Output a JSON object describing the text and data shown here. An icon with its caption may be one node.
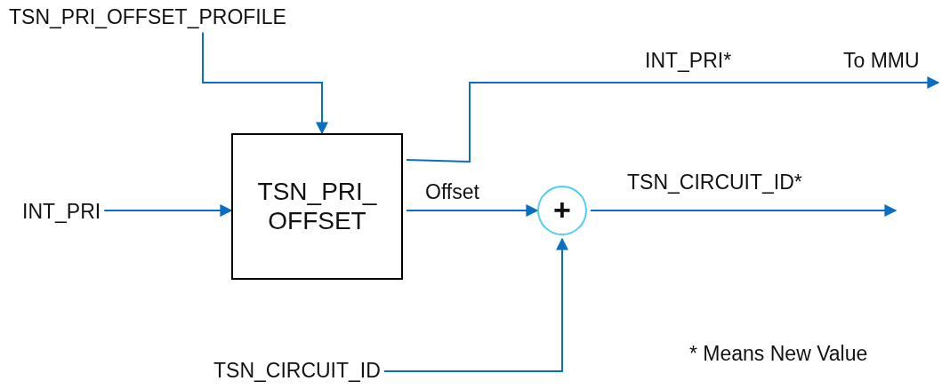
{
  "diagram": {
    "nodes": [
      {
        "text": [
          "TSN_PRI_OFFSET_PROFILE"
        ]
      },
      {
        "text": [
          "INT_PRI"
        ]
      },
      {
        "text": [
          "TSN_PRI_ OFFSET"
        ]
      },
      {
        "text": [
          "+"
        ]
      },
      {
        "text": [
          "TSN_CIRCUIT_ID"
        ]
      }
    ],
    "edges": [
      {
        "from": 0,
        "to": 2,
        "arrow": "to"
      },
      {
        "from": 1,
        "to": 2,
        "arrow": "to"
      },
      {
        "from": 2,
        "to": 3,
        "arrow": "to",
        "label": "Offset"
      },
      {
        "from": 4,
        "to": 3,
        "arrow": "to"
      },
      {
        "from": 2,
        "to": null,
        "arrow": "to",
        "label": "INT_PRI*"
      },
      {
        "from": 3,
        "to": null,
        "arrow": "to",
        "label": "TSN_CIRCUIT_ID*"
      }
    ],
    "labels": [
      "To MMU",
      "* Means New Value"
    ]
  }
}
